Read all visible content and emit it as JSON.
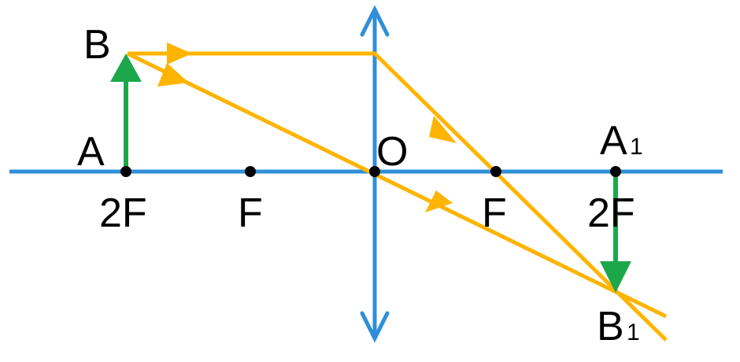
{
  "colors": {
    "axis": "#2f8fd8",
    "ray": "#ffb400",
    "object": "#1ca84a",
    "point": "#000000",
    "text": "#000000"
  },
  "labels": {
    "object_top": "B",
    "object_base": "A",
    "left_2f": "2F",
    "left_f": "F",
    "optical_center": "O",
    "right_f": "F",
    "right_2f": "2F",
    "image_base_letter": "A",
    "image_base_sub": "1",
    "image_top_letter": "B",
    "image_top_sub": "1"
  },
  "icons": {
    "lens": "convex-lens-double-arrow-icon",
    "ray_direction": "filled-arrowhead-icon",
    "object": "upright-arrow-icon",
    "image": "inverted-arrow-icon"
  }
}
